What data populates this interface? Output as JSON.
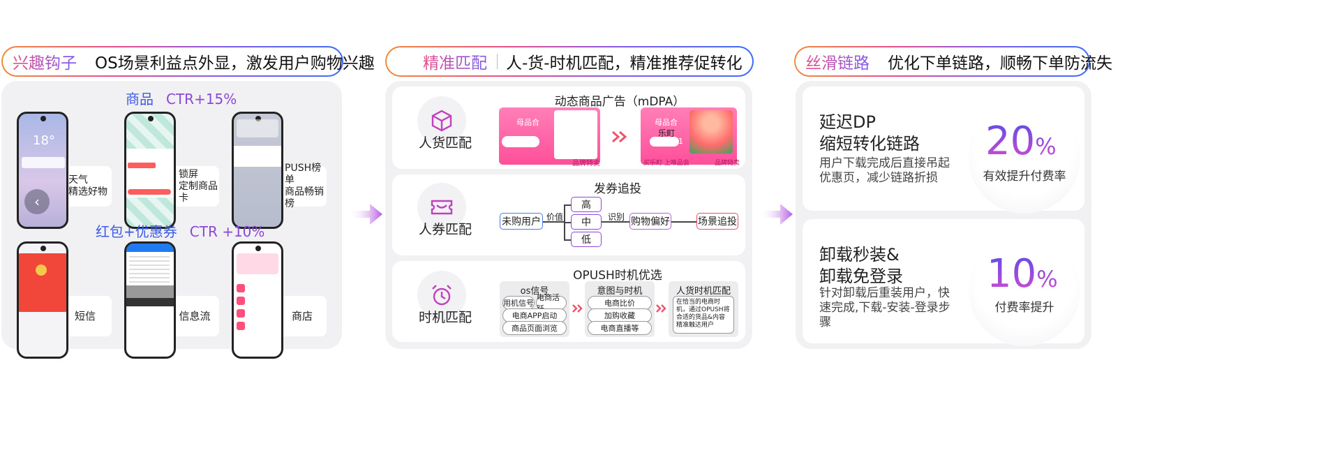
{
  "sections": [
    {
      "key": "兴趣钩子",
      "desc": "OS场景利益点外显，激发用户购物兴趣"
    },
    {
      "key": "精准匹配",
      "desc": "人-货-时机匹配，精准推荐促转化"
    },
    {
      "key": "丝滑链路",
      "desc": "优化下单链路，顺畅下单防流失"
    }
  ],
  "left": {
    "row1": {
      "title": "商品",
      "ctr": "CTR+15%",
      "items": [
        {
          "label_line1": "天气",
          "label_line2": "精选好物",
          "screen": "18°"
        },
        {
          "label_line1": "锁屏",
          "label_line2": "定制商品卡"
        },
        {
          "label_line1": "PUSH榜单",
          "label_line2": "商品畅销榜"
        }
      ]
    },
    "row2": {
      "title": "红包+优惠券",
      "ctr": "CTR +10%",
      "items": [
        {
          "label": "短信"
        },
        {
          "label": "信息流"
        },
        {
          "label": "商店"
        }
      ]
    }
  },
  "middle": {
    "rows": [
      {
        "label": "人货匹配",
        "title": "动态商品广告（mDPA）",
        "ad1": {
          "tag": "母品合"
        },
        "ad2": {
          "tag": "母品合",
          "brand": "乐町",
          "price": "¥181"
        },
        "ad_bottom": "品牌特卖",
        "ad2_bottom_left": "买乐町 上唯品会"
      },
      {
        "label": "人券匹配",
        "title": "发券追投",
        "flow": {
          "start": "未购用户",
          "edge1": "价值",
          "levels": [
            "高",
            "中",
            "低"
          ],
          "edge2": "识别",
          "mid": "购物偏好",
          "end": "场景追投"
        }
      },
      {
        "label": "时机匹配",
        "title": "OPUSH时机优选",
        "cols": [
          {
            "head": "os信号",
            "tags": [
              "用机信号",
              "电商活跃",
              "电商APP启动",
              "商品页面浏览"
            ]
          },
          {
            "head": "意图与时机",
            "tags": [
              "电商比价",
              "加购收藏",
              "电商直播等"
            ]
          },
          {
            "head": "人货时机匹配",
            "text": "在恰当的电商时机，通过OPUSH将合适的货品&内容精准触达用户"
          }
        ]
      }
    ]
  },
  "right": {
    "cards": [
      {
        "title_line1": "延迟DP",
        "title_line2": "缩短转化链路",
        "desc": "用户下载完成后直接吊起优惠页，减少链路折损",
        "num": "20",
        "unit": "%",
        "sub": "有效提升付费率"
      },
      {
        "title_line1": "卸载秒装&",
        "title_line2": "卸载免登录",
        "desc": "针对卸载后重装用户，快速完成,下载-安装-登录步骤",
        "num": "10",
        "unit": "%",
        "sub": "付费率提升"
      }
    ]
  },
  "colors": {
    "blue": "#3b5be6",
    "purple": "#8a47d8",
    "pink": "#ff4f9a",
    "orange": "#f08a3c"
  }
}
